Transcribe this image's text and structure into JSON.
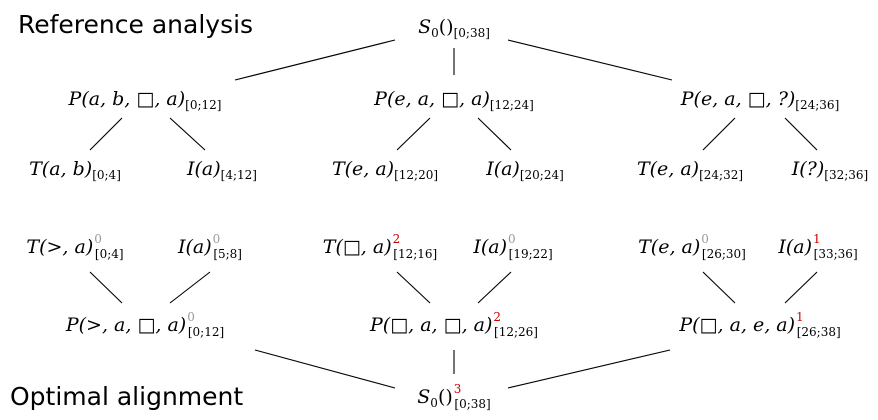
{
  "captions": {
    "top": "Reference analysis",
    "bottom": "Optimal alignment"
  },
  "reference_tree": {
    "root": {
      "label": "S",
      "sub0": "0",
      "args": "()",
      "span": "[0;38]"
    },
    "level1": [
      {
        "label": "P(a, b, □, a)",
        "span": "[0;12]"
      },
      {
        "label": "P(e, a, □, a)",
        "span": "[12;24]"
      },
      {
        "label": "P(e, a, □, ?)",
        "span": "[24;36]"
      }
    ],
    "level2": [
      {
        "label": "T(a, b)",
        "span": "[0;4]"
      },
      {
        "label": "I(a)",
        "span": "[4;12]"
      },
      {
        "label": "T(e, a)",
        "span": "[12;20]"
      },
      {
        "label": "I(a)",
        "span": "[20;24]"
      },
      {
        "label": "T(e, a)",
        "span": "[24;32]"
      },
      {
        "label": "I(?)",
        "span": "[32;36]"
      }
    ]
  },
  "alignment_tree": {
    "leaves": [
      {
        "label": "T(>, a)",
        "score": "0",
        "span": "[0;4]",
        "score_color": "#9a9a9a"
      },
      {
        "label": "I(a)",
        "score": "0",
        "span": "[5;8]",
        "score_color": "#9a9a9a"
      },
      {
        "label": "T(□, a)",
        "score": "2",
        "span": "[12;16]",
        "score_color": "#cc0000"
      },
      {
        "label": "I(a)",
        "score": "0",
        "span": "[19;22]",
        "score_color": "#9a9a9a"
      },
      {
        "label": "T(e, a)",
        "score": "0",
        "span": "[26;30]",
        "score_color": "#9a9a9a"
      },
      {
        "label": "I(a)",
        "score": "1",
        "span": "[33;36]",
        "score_color": "#cc0000"
      }
    ],
    "mids": [
      {
        "label": "P(>, a, □, a)",
        "score": "0",
        "span": "[0;12]",
        "score_color": "#9a9a9a"
      },
      {
        "label": "P(□, a, □, a)",
        "score": "2",
        "span": "[12;26]",
        "score_color": "#cc0000"
      },
      {
        "label": "P(□, a, e, a)",
        "score": "1",
        "span": "[26;38]",
        "score_color": "#cc0000"
      }
    ],
    "root": {
      "label": "S",
      "sub0": "0",
      "args": "()",
      "score": "3",
      "span": "[0;38]",
      "score_color": "#cc0000"
    }
  }
}
